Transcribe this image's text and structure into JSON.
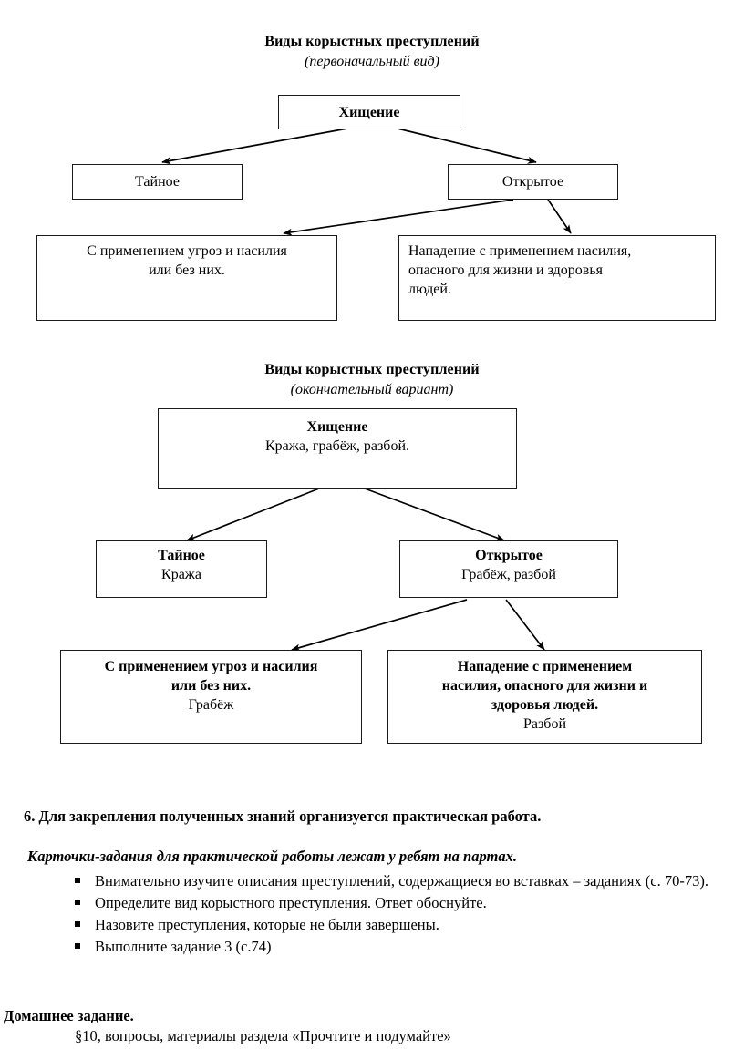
{
  "document": {
    "diagram1": {
      "title": "Виды корыстных преступлений",
      "subtitle": "(первоначальный вид)",
      "nodes": {
        "root": {
          "line1": "Хищение"
        },
        "secret": {
          "line1": "Тайное"
        },
        "open": {
          "line1": "Открытое"
        },
        "threat": {
          "line1": "С применением угроз и насилия",
          "line2": "или без них."
        },
        "attack": {
          "line1": "Нападение с применением насилия,",
          "line2": "опасного для жизни и здоровья",
          "line3": "людей."
        }
      }
    },
    "diagram2": {
      "title": "Виды корыстных преступлений",
      "subtitle": "(окончательный вариант)",
      "nodes": {
        "root": {
          "line1": "Хищение",
          "line2": "Кража, грабёж, разбой."
        },
        "secret": {
          "line1": "Тайное",
          "line2": "Кража"
        },
        "open": {
          "line1": "Открытое",
          "line2": "Грабёж, разбой"
        },
        "threat": {
          "line1": "С применением угроз и насилия",
          "line2": "или без них.",
          "line3": "Грабёж"
        },
        "attack": {
          "line1": "Нападение с применением",
          "line2": "насилия, опасного для жизни и",
          "line3": "здоровья людей.",
          "line4": "Разбой"
        }
      }
    },
    "practice": {
      "heading": "6. Для закрепления полученных знаний организуется практическая работа.",
      "subheading": "Карточки-задания для практической работы лежат у ребят на партах.",
      "tasks": [
        "Внимательно изучите описания преступлений, содержащиеся во вставках – заданиях (с. 70-73).",
        "Определите вид корыстного преступления. Ответ обоснуйте.",
        "Назовите преступления, которые не были завершены.",
        "Выполните задание 3 (с.74)"
      ]
    },
    "homework": {
      "title": "Домашнее задание.",
      "body": "§10, вопросы, материалы раздела «Прочтите и подумайте»"
    }
  }
}
